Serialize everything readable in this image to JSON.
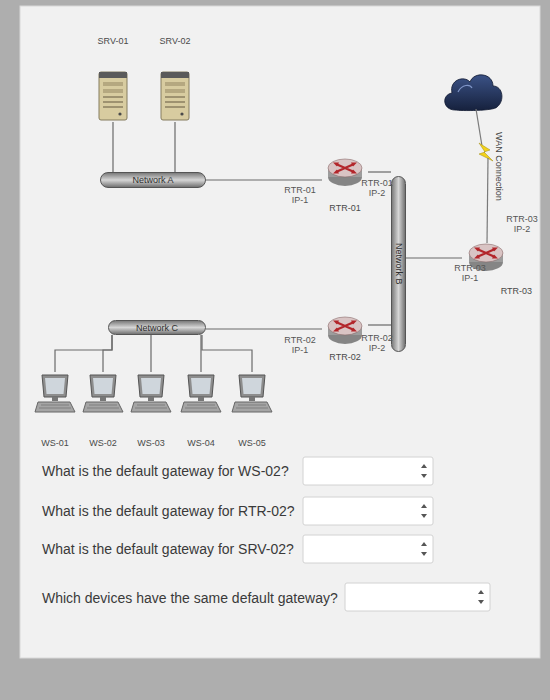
{
  "diagram": {
    "nodes": [
      {
        "text": [
          "SRV-01"
        ]
      },
      {
        "text": [
          "SRV-02"
        ]
      },
      {
        "text": [
          "Network A"
        ]
      },
      {
        "text": [
          "RTR-01"
        ]
      },
      {
        "text": [
          "Network B"
        ]
      },
      {
        "text": [
          "RTR-02"
        ]
      },
      {
        "text": [
          "Network C"
        ]
      },
      {
        "text": [
          "WS-01"
        ]
      },
      {
        "text": [
          "WS-02"
        ]
      },
      {
        "text": [
          "WS-03"
        ]
      },
      {
        "text": [
          "WS-04"
        ]
      },
      {
        "text": [
          "WS-05"
        ]
      },
      {
        "text": [
          "RTR-03"
        ]
      }
    ],
    "edges": [
      {
        "from": 0,
        "to": 2,
        "arrow": "none"
      },
      {
        "from": 1,
        "to": 2,
        "arrow": "none"
      },
      {
        "from": 2,
        "to": 3,
        "arrow": "none"
      },
      {
        "from": 3,
        "to": 4,
        "arrow": "none"
      },
      {
        "from": 4,
        "to": 5,
        "arrow": "none"
      },
      {
        "from": 6,
        "to": 5,
        "arrow": "none"
      },
      {
        "from": 6,
        "to": 7,
        "arrow": "none"
      },
      {
        "from": 6,
        "to": 8,
        "arrow": "none"
      },
      {
        "from": 6,
        "to": 9,
        "arrow": "none"
      },
      {
        "from": 6,
        "to": 10,
        "arrow": "none"
      },
      {
        "from": 6,
        "to": 11,
        "arrow": "none"
      },
      {
        "from": 4,
        "to": 12,
        "arrow": "none"
      }
    ],
    "labels": [
      "WAN Connection",
      "RTR-01 IP-1",
      "RTR-01 IP-2",
      "RTR-03 IP-2",
      "RTR-03 IP-1",
      "RTR-02 IP-1",
      "RTR-02 IP-2",
      "What is the default gateway for WS-02?",
      "What is the default gateway for RTR-02?",
      "What is the default gateway for SRV-02?",
      "Which devices have the same default gateway?"
    ]
  }
}
